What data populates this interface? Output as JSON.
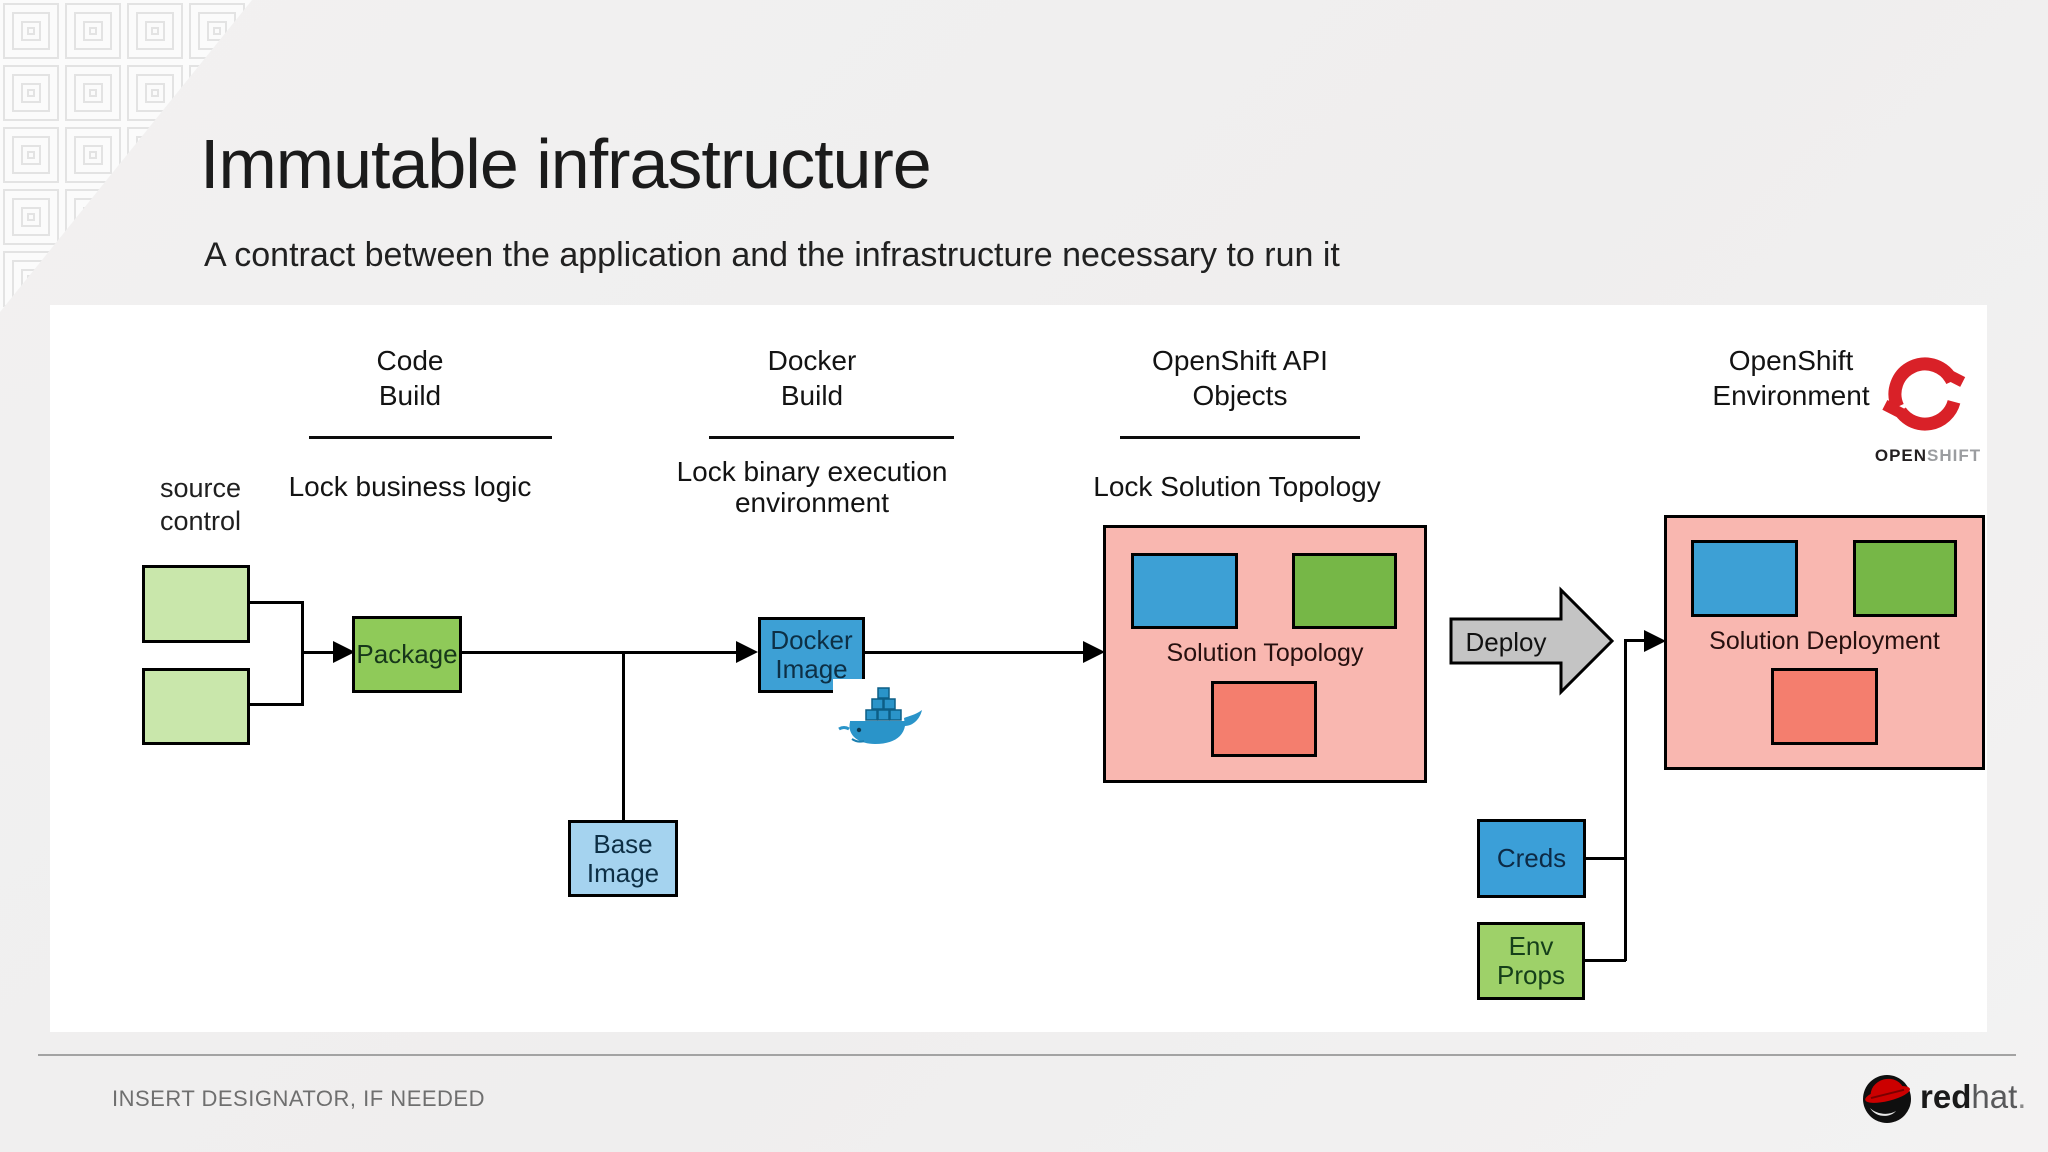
{
  "slide": {
    "title": "Immutable infrastructure",
    "subtitle": "A contract between the application and the infrastructure necessary to run it"
  },
  "columns": {
    "code_build": {
      "line1": "Code",
      "line2": "Build",
      "lock": "Lock business logic"
    },
    "docker_build": {
      "line1": "Docker",
      "line2": "Build",
      "lock_line1": "Lock binary execution",
      "lock_line2": "environment"
    },
    "openshift_api": {
      "line1": "OpenShift API",
      "line2": "Objects",
      "lock": "Lock Solution Topology"
    },
    "openshift_env": {
      "line1": "OpenShift",
      "line2": "Environment"
    }
  },
  "nodes": {
    "source_control": {
      "line1": "source",
      "line2": "control"
    },
    "package": "Package",
    "docker_image": {
      "line1": "Docker",
      "line2": "Image"
    },
    "base_image": {
      "line1": "Base",
      "line2": "Image"
    },
    "solution_topology": "Solution Topology",
    "deploy": "Deploy",
    "solution_deployment": "Solution Deployment",
    "creds": "Creds",
    "env_props": {
      "line1": "Env",
      "line2": "Props"
    }
  },
  "openshift_logo": {
    "bold": "OPEN",
    "light": "SHIFT"
  },
  "footer": {
    "designator": "INSERT DESIGNATOR, IF NEEDED"
  },
  "redhat_logo": {
    "bold": "red",
    "light": "hat",
    "period": "."
  },
  "colors": {
    "slide_background": "#f1f0f0",
    "panel_background": "#ffffff",
    "light_green_box": "#c9e7ab",
    "package_green": "#8fca59",
    "inner_green": "#76b747",
    "env_props_green": "#9ed169",
    "blue_box": "#3da0d5",
    "light_blue_box": "#a5d3ef",
    "pink_container": "#f9b7b0",
    "salmon_box": "#f47e6e",
    "deploy_gray": "#c4c4c4",
    "openshift_red": "#d92128",
    "redhat_red": "#cc0000",
    "docker_whale_blue": "#2a94c9"
  }
}
